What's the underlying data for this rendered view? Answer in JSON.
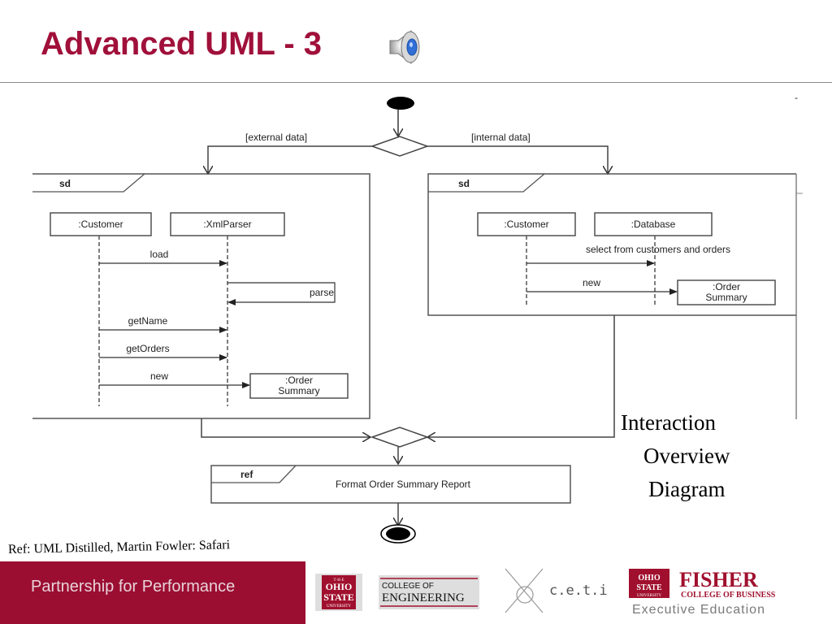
{
  "slide": {
    "title": "Advanced UML - 3",
    "caption_lines": [
      "Interaction",
      "Overview",
      "Diagram"
    ],
    "reference": "Ref: UML Distilled, Martin Fowler: Safari",
    "footer_text": "Partnership for Performance",
    "colors": {
      "accent": "#a0103a",
      "footer": "#9b0e32"
    },
    "icons": [
      "speaker-icon"
    ]
  },
  "diagram": {
    "guard_external": "[external data]",
    "guard_internal": "[internal data]",
    "left_frame": {
      "tag": "sd",
      "lifelines": [
        ":Customer",
        ":XmlParser"
      ],
      "messages": [
        "load",
        "parse",
        "getName",
        "getOrders",
        "new"
      ],
      "created_object": [
        ":Order",
        "Summary"
      ]
    },
    "right_frame": {
      "tag": "sd",
      "lifelines": [
        ":Customer",
        ":Database"
      ],
      "messages": [
        "select from customers and orders",
        "new"
      ],
      "created_object": [
        ":Order",
        "Summary"
      ]
    },
    "ref_frame": {
      "tag": "ref",
      "label": "Format Order Summary Report"
    },
    "right_mark": "-"
  },
  "logos": {
    "osu": {
      "the": "T·H·E",
      "ohio": "OHIO",
      "state": "STATE",
      "university": "UNIVERSITY"
    },
    "engineering": {
      "college_of": "COLLEGE OF",
      "name": "ENGINEERING"
    },
    "ceti": "c.e.t.i",
    "fisher": {
      "name": "FISHER",
      "sub": "COLLEGE OF BUSINESS",
      "exec": "Executive Education"
    }
  }
}
